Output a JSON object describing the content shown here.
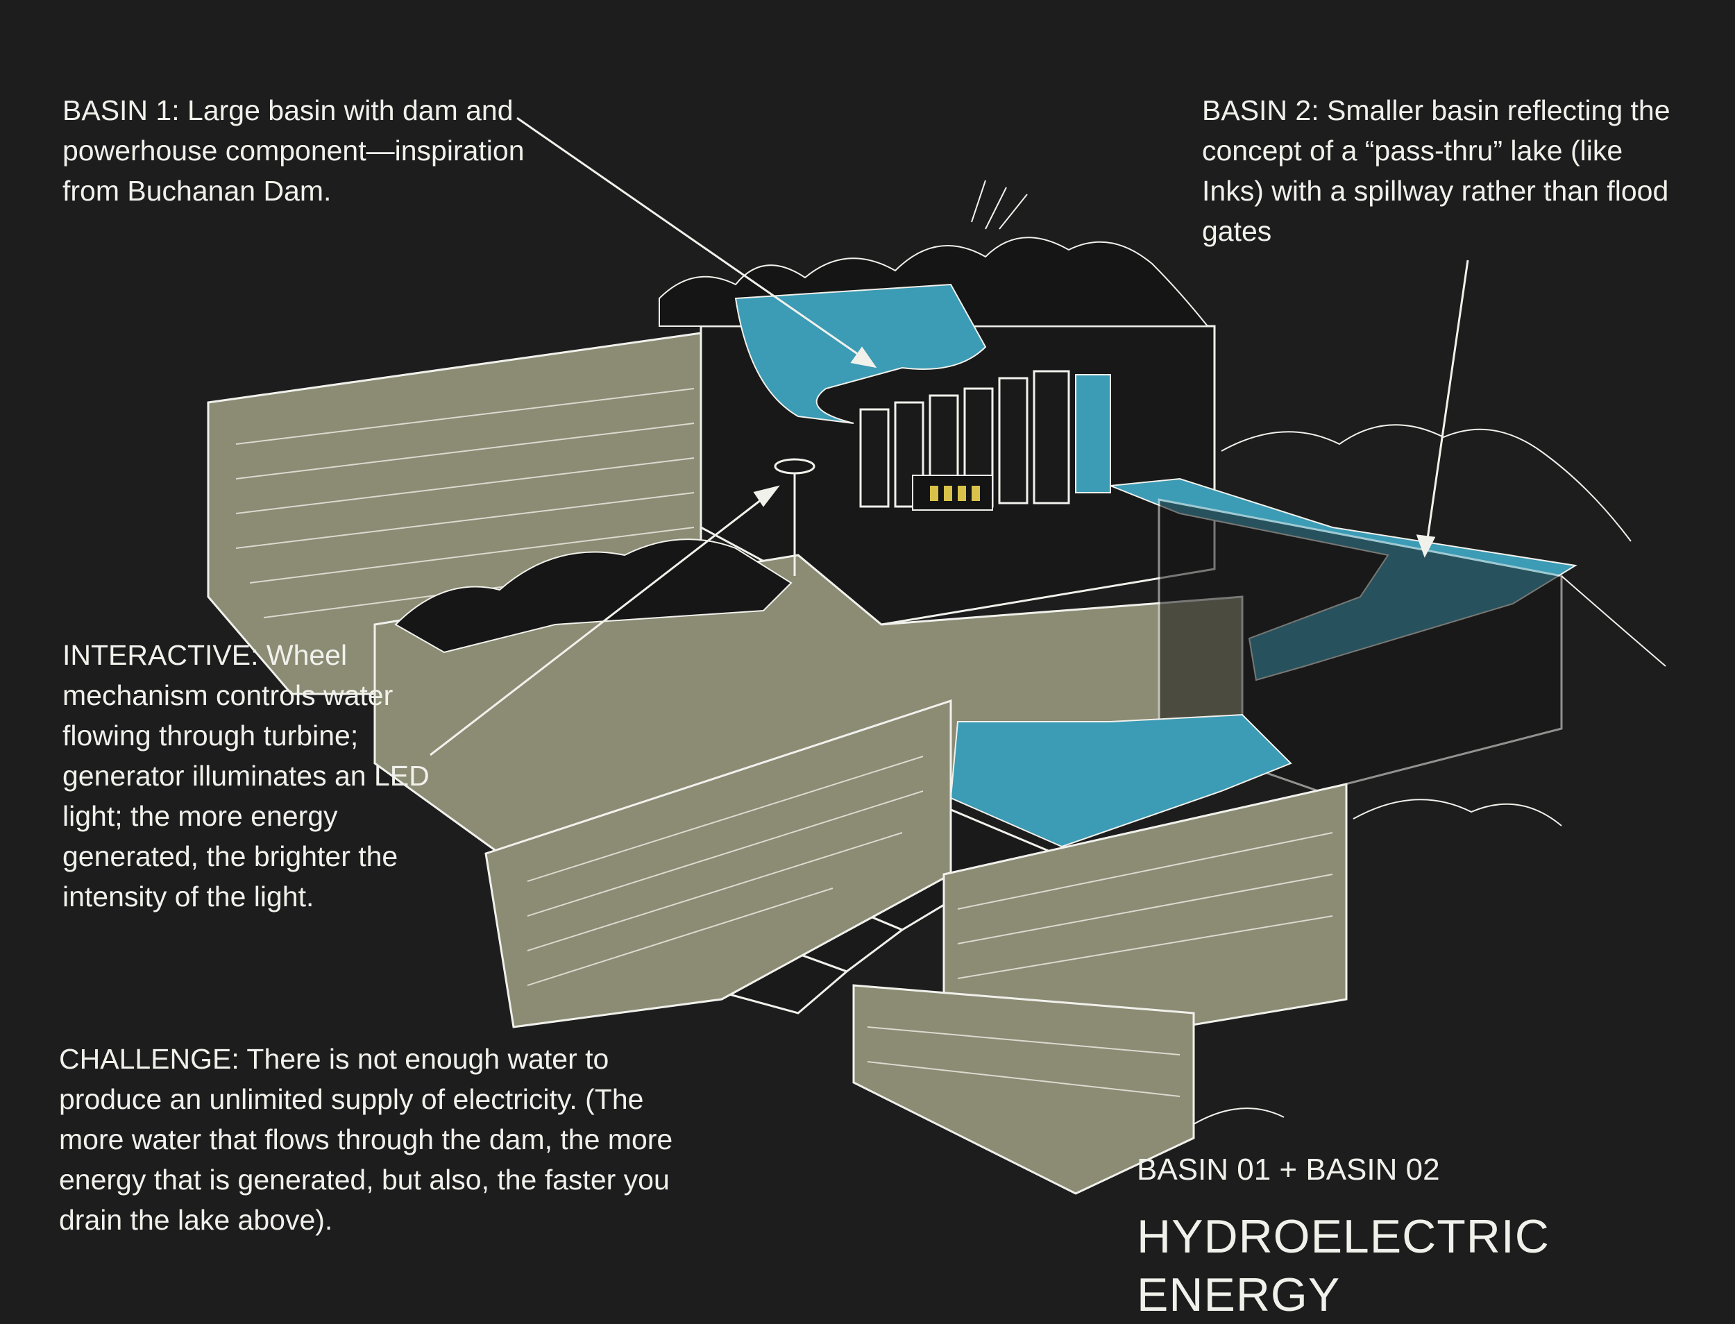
{
  "annotations": {
    "basin1": "BASIN 1: Large basin with dam and powerhouse component—inspiration from Buchanan Dam.",
    "basin2": "BASIN 2: Smaller basin reflecting the concept of a “pass-thru” lake (like Inks) with a spillway rather than flood gates",
    "interactive": "INTERACTIVE:  Wheel mechanism controls water flowing through turbine; generator illuminates an LED light; the more energy generated, the brighter the intensity of the light.",
    "challenge": "CHALLENGE: There is not enough water to produce an unlimited supply of electricity. (The more water that flows through the dam, the more energy that is generated, but also, the faster you drain the lake above)."
  },
  "subtitle": "BASIN 01 + BASIN 02",
  "title": "HYDROELECTRIC ENERGY",
  "colors": {
    "background": "#1d1d1d",
    "stone": "#8c8b74",
    "stone_dark": "#6f6e5b",
    "water": "#3c9bb5",
    "ink": "#f1f1ec",
    "led": "#d9c24a"
  }
}
